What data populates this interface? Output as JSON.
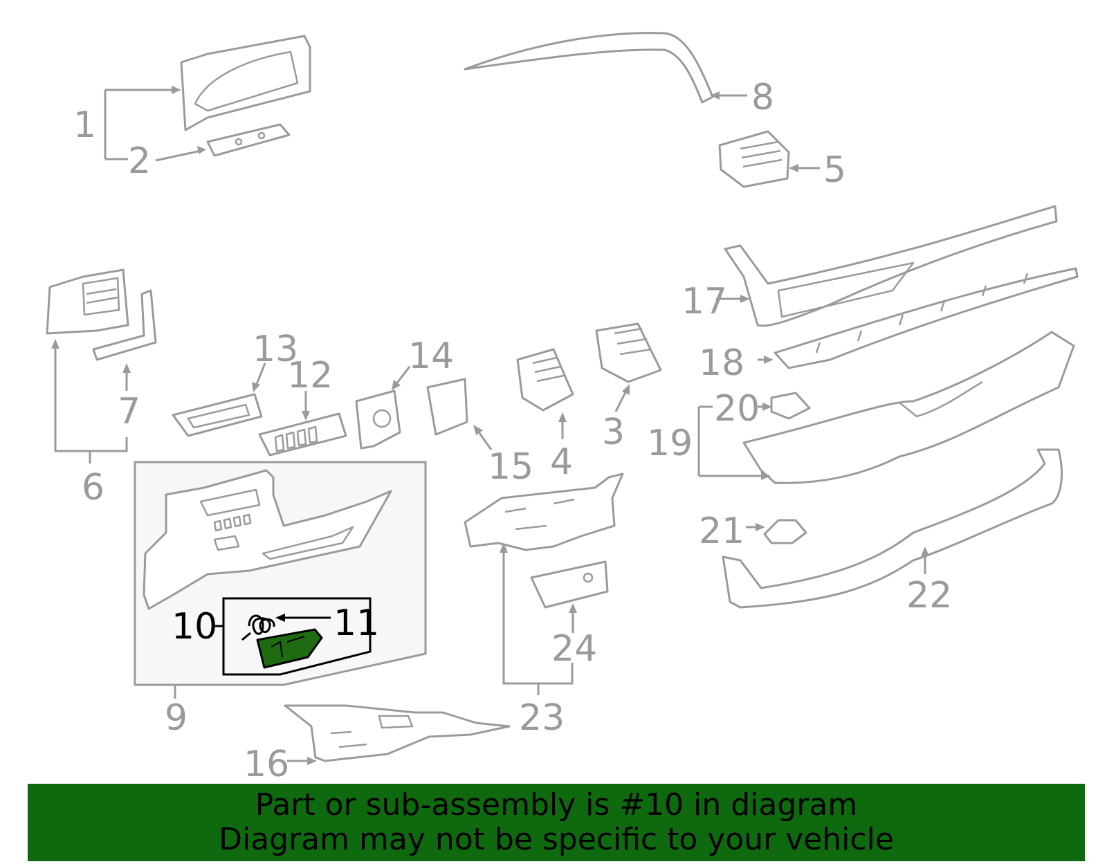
{
  "callouts": {
    "c1": "1",
    "c2": "2",
    "c3": "3",
    "c4": "4",
    "c5": "5",
    "c6": "6",
    "c7": "7",
    "c8": "8",
    "c9": "9",
    "c10": "10",
    "c11": "11",
    "c12": "12",
    "c13": "13",
    "c14": "14",
    "c15": "15",
    "c16": "16",
    "c17": "17",
    "c18": "18",
    "c19": "19",
    "c20": "20",
    "c21": "21",
    "c22": "22",
    "c23": "23",
    "c24": "24"
  },
  "highlighted_part": "10",
  "banner": {
    "line1": "Part or sub-assembly is #10 in diagram",
    "line2": "Diagram may not be specific to your vehicle"
  },
  "colors": {
    "line_gray": "#9a9a9a",
    "highlight_green": "#1e6b12",
    "banner_green": "#0f6a0f",
    "inset_fill": "#f7f7f7"
  }
}
